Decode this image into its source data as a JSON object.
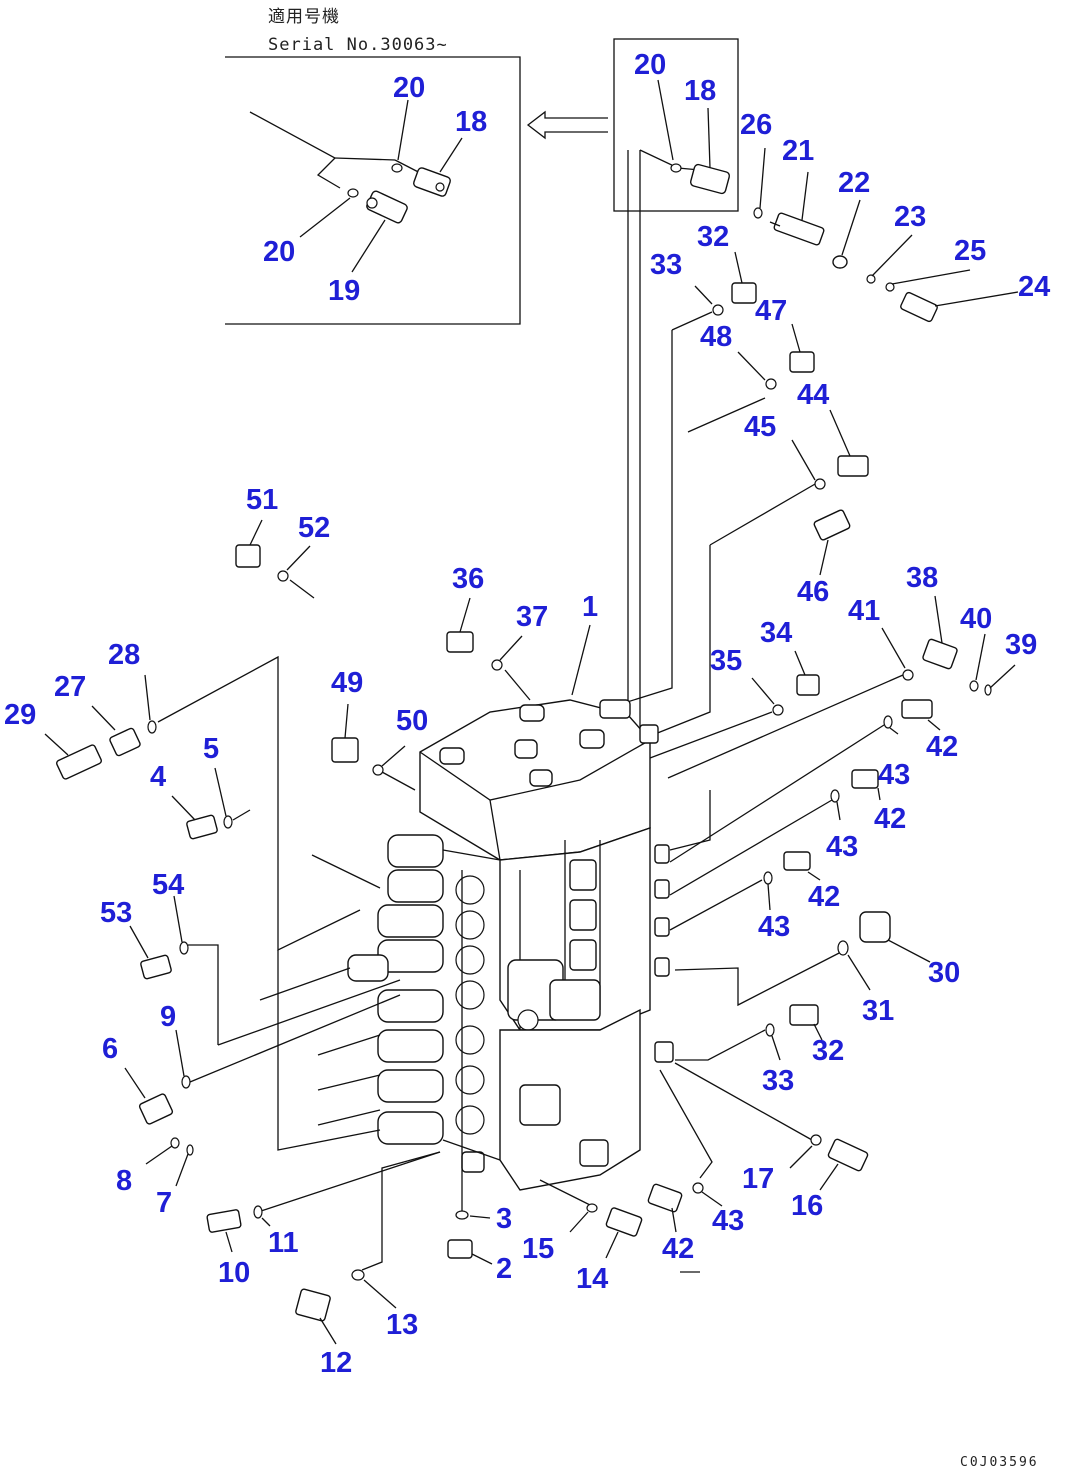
{
  "inset": {
    "header_line1": "適用号機",
    "header_line2": "Serial No.30063~"
  },
  "drawing_code": "C0J03596",
  "callouts": {
    "c20a": "20",
    "c18a": "18",
    "c20b": "20",
    "c19": "19",
    "c20c": "20",
    "c18b": "18",
    "c26": "26",
    "c21": "21",
    "c22": "22",
    "c23": "23",
    "c25": "25",
    "c24": "24",
    "c33a": "33",
    "c32a": "32",
    "c47": "47",
    "c48": "48",
    "c44": "44",
    "c45": "45",
    "c46": "46",
    "c51": "51",
    "c52": "52",
    "c36": "36",
    "c37": "37",
    "c1": "1",
    "c38": "38",
    "c41": "41",
    "c40": "40",
    "c39": "39",
    "c34": "34",
    "c35": "35",
    "c28": "28",
    "c27": "27",
    "c29": "29",
    "c49": "49",
    "c50": "50",
    "c5": "5",
    "c4": "4",
    "c42a": "42",
    "c43a": "43",
    "c42b": "42",
    "c43b": "43",
    "c42c": "42",
    "c43c": "43",
    "c54": "54",
    "c53": "53",
    "c30": "30",
    "c31": "31",
    "c32b": "32",
    "c9": "9",
    "c6": "6",
    "c33b": "33",
    "c8": "8",
    "c7": "7",
    "c17": "17",
    "c16": "16",
    "c3": "3",
    "c11": "11",
    "c10": "10",
    "c15": "15",
    "c43d": "43",
    "c2": "2",
    "c42d": "42",
    "c14": "14",
    "c13": "13",
    "c12": "12"
  }
}
